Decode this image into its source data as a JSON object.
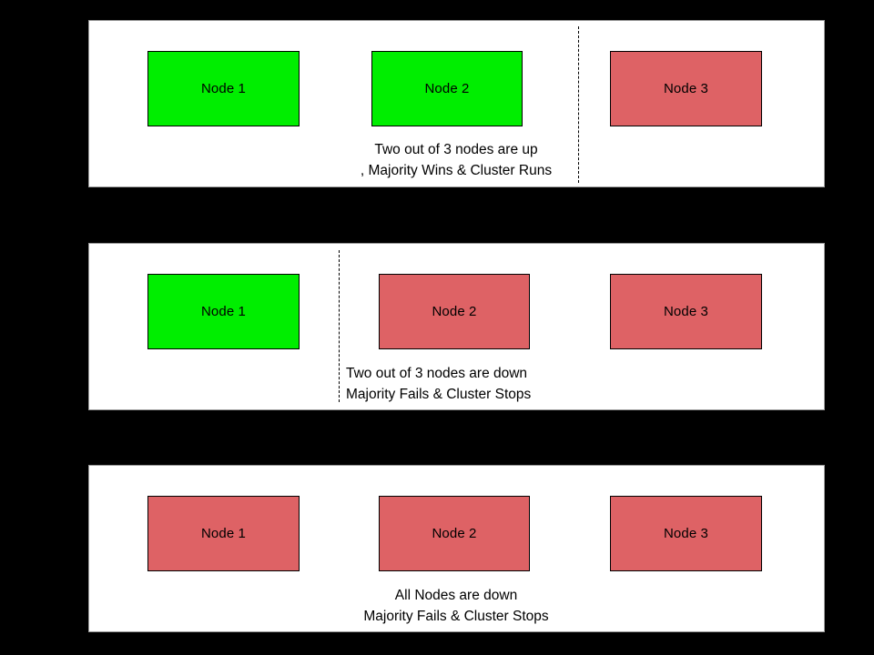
{
  "diagram": {
    "background_color": "#000000",
    "panel_background": "#ffffff",
    "status_colors": {
      "up": "#00EE00",
      "down": "#DE6265",
      "outline": "#000000"
    },
    "panels": [
      {
        "id": "panel-1",
        "scenario": "two-of-three-up",
        "divider": {
          "present": true,
          "position": "between-node-2-and-node-3"
        },
        "nodes": [
          {
            "label": "Node 1",
            "status": "up"
          },
          {
            "label": "Node 2",
            "status": "up"
          },
          {
            "label": "Node 3",
            "status": "down"
          }
        ],
        "caption": {
          "line1": "Two out of 3 nodes are up",
          "line2": ", Majority Wins & Cluster Runs"
        }
      },
      {
        "id": "panel-2",
        "scenario": "two-of-three-down",
        "divider": {
          "present": true,
          "position": "between-node-1-and-node-2"
        },
        "nodes": [
          {
            "label": "Node 1",
            "status": "up"
          },
          {
            "label": "Node 2",
            "status": "down"
          },
          {
            "label": "Node 3",
            "status": "down"
          }
        ],
        "caption": {
          "line1": "Two out of 3 nodes are down",
          "line2": "Majority Fails & Cluster Stops"
        }
      },
      {
        "id": "panel-3",
        "scenario": "all-down",
        "divider": {
          "present": false,
          "position": "none"
        },
        "nodes": [
          {
            "label": "Node 1",
            "status": "down"
          },
          {
            "label": "Node 2",
            "status": "down"
          },
          {
            "label": "Node 3",
            "status": "down"
          }
        ],
        "caption": {
          "line1": "All Nodes are down",
          "line2": "Majority Fails & Cluster Stops"
        }
      }
    ]
  }
}
